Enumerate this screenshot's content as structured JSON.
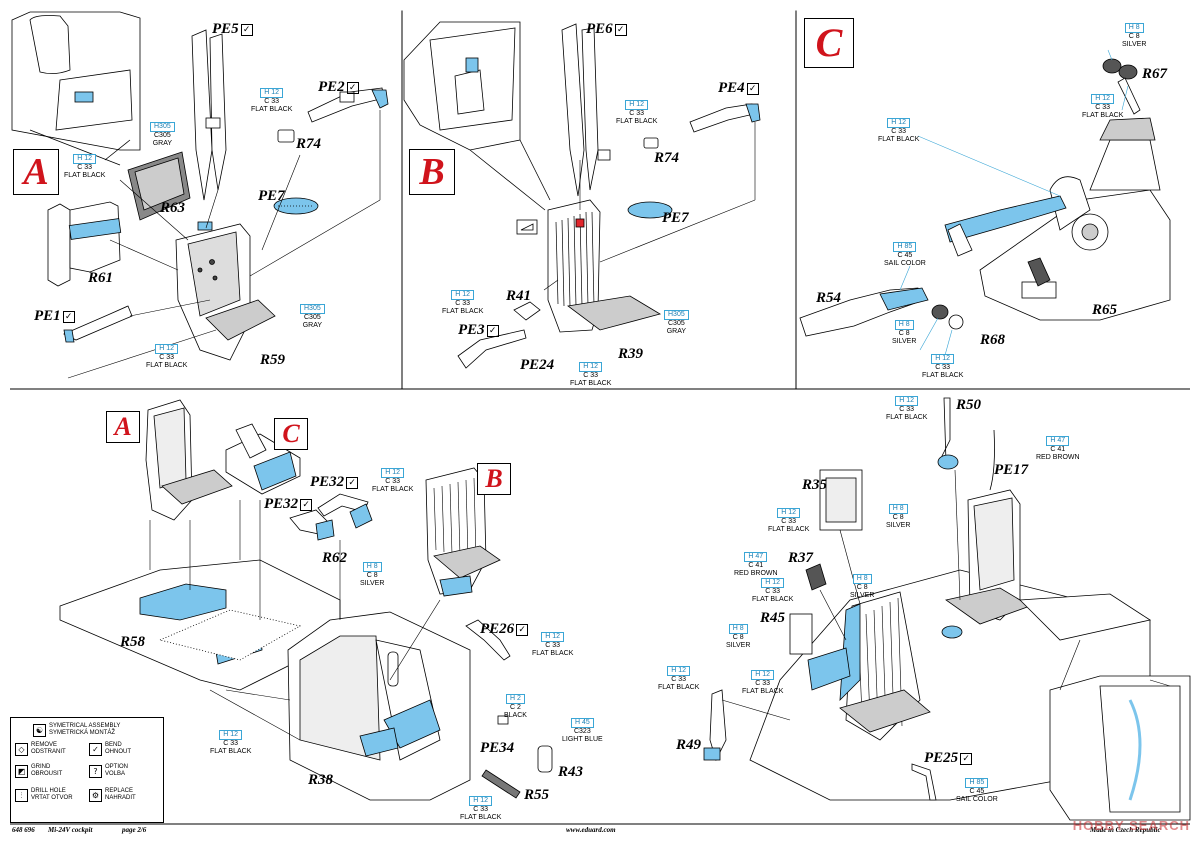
{
  "panels": {
    "a_letter": "A",
    "b_letter": "B",
    "c_letter": "C"
  },
  "parts": {
    "pe5": "PE5",
    "pe2": "PE2",
    "r74_a": "R74",
    "pe7_a": "PE7",
    "r63": "R63",
    "r61": "R61",
    "pe1": "PE1",
    "r59": "R59",
    "pe6": "PE6",
    "pe4": "PE4",
    "r74_b": "R74",
    "pe7_b": "PE7",
    "r41": "R41",
    "pe3": "PE3",
    "pe24": "PE24",
    "r39": "R39",
    "r67": "R67",
    "r54": "R54",
    "r65": "R65",
    "r68": "R68",
    "pe32_top": "PE32",
    "pe32_left": "PE32",
    "r62": "R62",
    "r58": "R58",
    "pe26": "PE26",
    "pe34": "PE34",
    "r43": "R43",
    "r55": "R55",
    "r38": "R38",
    "r50": "R50",
    "pe17": "PE17",
    "r35": "R35",
    "r37": "R37",
    "r45": "R45",
    "r49": "R49",
    "pe25": "PE25"
  },
  "check_mark": "✓",
  "paints": {
    "p_a_r63": {
      "h": "H305",
      "c": "C305",
      "n": "GRAY"
    },
    "p_a_r61": {
      "h": "H 12",
      "c": "C 33",
      "n": "FLAT BLACK"
    },
    "p_a_r74": {
      "h": "H 12",
      "c": "C 33",
      "n": "FLAT BLACK"
    },
    "p_a_seat": {
      "h": "H305",
      "c": "C305",
      "n": "GRAY"
    },
    "p_a_r59": {
      "h": "H 12",
      "c": "C 33",
      "n": "FLAT BLACK"
    },
    "p_b_r74": {
      "h": "H 12",
      "c": "C 33",
      "n": "FLAT BLACK"
    },
    "p_b_r41": {
      "h": "H 12",
      "c": "C 33",
      "n": "FLAT BLACK"
    },
    "p_b_seat": {
      "h": "H305",
      "c": "C305",
      "n": "GRAY"
    },
    "p_b_pe24": {
      "h": "H 12",
      "c": "C 33",
      "n": "FLAT BLACK"
    },
    "p_c_r67s": {
      "h": "H 8",
      "c": "C 8",
      "n": "SILVER"
    },
    "p_c_r67b": {
      "h": "H 12",
      "c": "C 33",
      "n": "FLAT BLACK"
    },
    "p_c_r54b": {
      "h": "H 12",
      "c": "C 33",
      "n": "FLAT BLACK"
    },
    "p_c_sail": {
      "h": "H 85",
      "c": "C 45",
      "n": "SAIL COLOR"
    },
    "p_c_r68s": {
      "h": "H 8",
      "c": "C 8",
      "n": "SILVER"
    },
    "p_c_r68b": {
      "h": "H 12",
      "c": "C 33",
      "n": "FLAT BLACK"
    },
    "p_pe32": {
      "h": "H 12",
      "c": "C 33",
      "n": "FLAT BLACK"
    },
    "p_silver_mid": {
      "h": "H 8",
      "c": "C 8",
      "n": "SILVER"
    },
    "p_pe26": {
      "h": "H 12",
      "c": "C 33",
      "n": "FLAT BLACK"
    },
    "p_pe34": {
      "h": "H 2",
      "c": "C 2",
      "n": "BLACK"
    },
    "p_r43": {
      "h": "H 45",
      "c": "C323",
      "n": "LIGHT BLUE"
    },
    "p_r58": {
      "h": "H 12",
      "c": "C 33",
      "n": "FLAT BLACK"
    },
    "p_r55": {
      "h": "H 12",
      "c": "C 33",
      "n": "FLAT BLACK"
    },
    "p_r50": {
      "h": "H 12",
      "c": "C 33",
      "n": "FLAT BLACK"
    },
    "p_pe17": {
      "h": "H 47",
      "c": "C 41",
      "n": "RED BROWN"
    },
    "p_r35b": {
      "h": "H 12",
      "c": "C 33",
      "n": "FLAT BLACK"
    },
    "p_r35s": {
      "h": "H 8",
      "c": "C 8",
      "n": "SILVER"
    },
    "p_r37r": {
      "h": "H 47",
      "c": "C 41",
      "n": "RED BROWN"
    },
    "p_r37b": {
      "h": "H 12",
      "c": "C 33",
      "n": "FLAT BLACK"
    },
    "p_r37s": {
      "h": "H 8",
      "c": "C 8",
      "n": "SILVER"
    },
    "p_r45s": {
      "h": "H 8",
      "c": "C 8",
      "n": "SILVER"
    },
    "p_r45b": {
      "h": "H 12",
      "c": "C 33",
      "n": "FLAT BLACK"
    },
    "p_r49": {
      "h": "H 12",
      "c": "C 33",
      "n": "FLAT BLACK"
    },
    "p_pe25": {
      "h": "H 85",
      "c": "C 45",
      "n": "SAIL COLOR"
    }
  },
  "legend": {
    "symmetrical": "SYMETRICAL ASSEMBLY",
    "symmetrical_cz": "SYMETRICKÁ MONTÁŽ",
    "remove": "REMOVE",
    "remove_cz": "ODSTRANIT",
    "bend": "BEND",
    "bend_cz": "OHNOUT",
    "grind": "GRIND",
    "grind_cz": "OBROUSIT",
    "option": "OPTION",
    "option_cz": "VOLBA",
    "drill": "DRILL HOLE",
    "drill_cz": "VRTAT OTVOR",
    "replace": "REPLACE",
    "replace_cz": "NAHRADIT"
  },
  "footer": {
    "code": "648 696",
    "title": "Mi-24V cockpit",
    "page": "page 2/6",
    "site": "www.eduard.com",
    "made": "Made in Czech Republic"
  },
  "watermark": "HOBBY SEARCH",
  "colors": {
    "accent_blue": "#7cc5ec",
    "line_blue": "#3aa6d6",
    "letter_red": "#d0141c"
  }
}
